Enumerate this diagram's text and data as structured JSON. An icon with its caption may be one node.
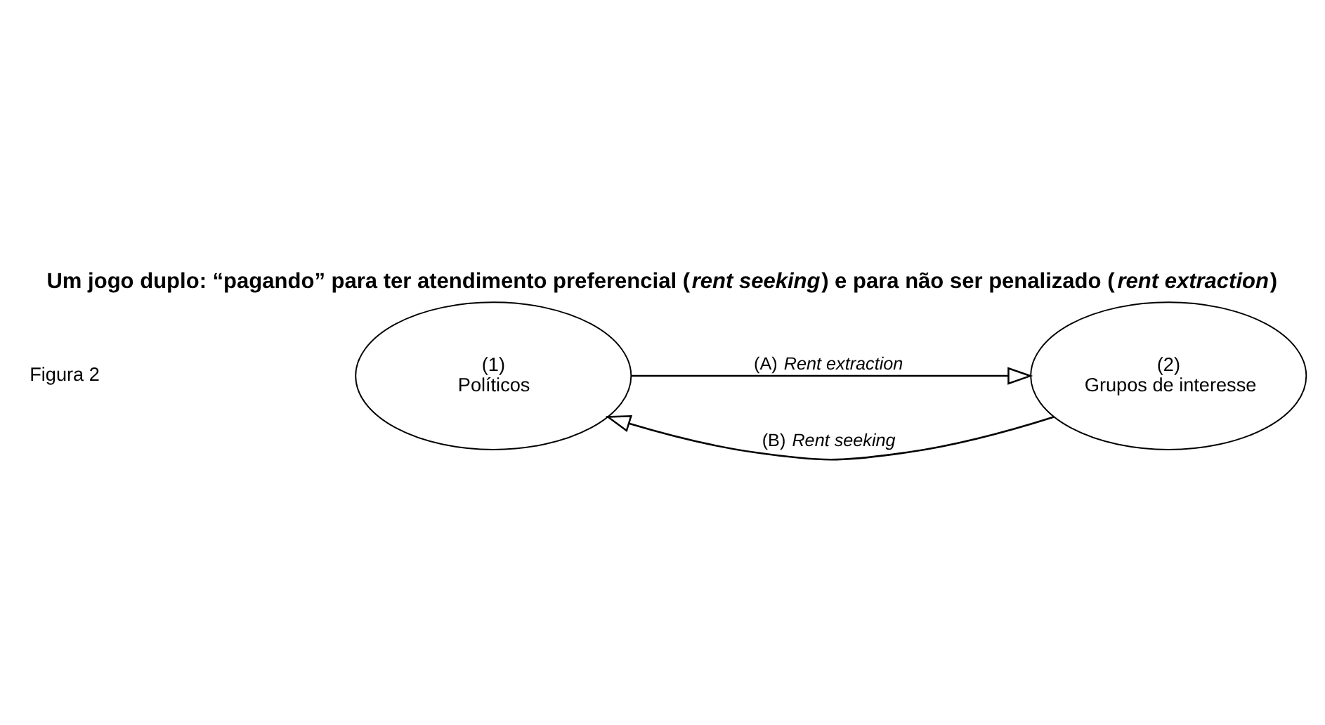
{
  "diagram": {
    "title": "Um jogo duplo: “pagando” para ter atendimento preferencial (*rent seeking*) e para não ser penalizado (*rent extraction*)",
    "nodes": [
      {
        "text": [
          "(1)",
          "Políticos"
        ]
      },
      {
        "text": [
          "(2)",
          "Grupos de interesse"
        ]
      }
    ],
    "edges": [
      {
        "from": 1,
        "to": 0,
        "arrow": "to",
        "label": "(B) *Rent seeking*"
      },
      {
        "from": 0,
        "to": 1,
        "arrow": "to",
        "label": "(A) *Rent extraction*"
      }
    ],
    "labels": [
      "Figura 2"
    ]
  }
}
